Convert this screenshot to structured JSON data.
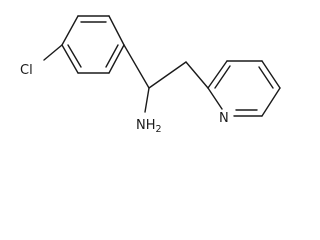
{
  "molecule": {
    "atoms": {
      "chlorine": {
        "label": "Cl"
      },
      "amine": {
        "label": "NH",
        "subscript": "2"
      },
      "pyridine_nitrogen": {
        "label": "N"
      }
    },
    "colors": {
      "bond": "#1a1a1a",
      "label": "#1a1a1a",
      "background": "#ffffff"
    }
  }
}
